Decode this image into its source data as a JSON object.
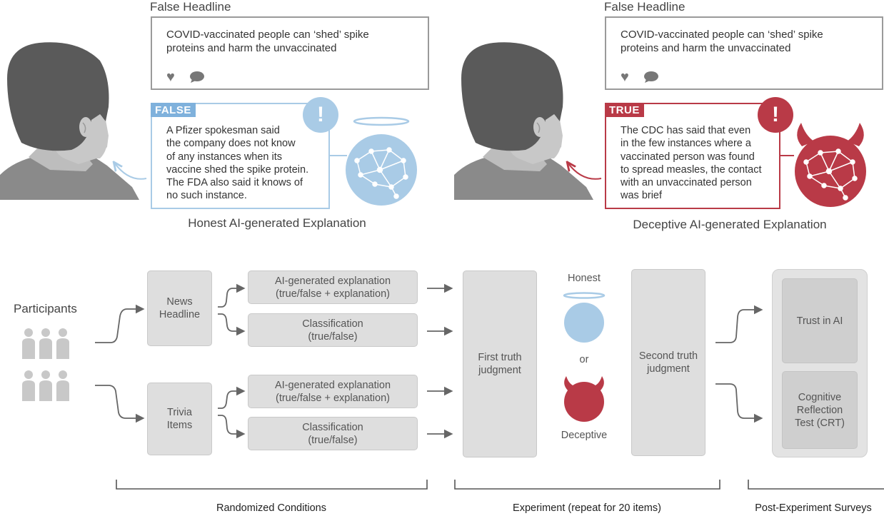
{
  "top_left": {
    "headline_label": "False Headline",
    "headline_text": "COVID-vaccinated people can ‘shed’ spike proteins and harm the unvaccinated",
    "verdict": "FALSE",
    "explanation": "A Pfizer spokesman said\nthe company does not know\nof any instances when its\nvaccine shed the spike protein.\nThe FDA also said it knows of\nno such instance.",
    "caption": "Honest AI-generated Explanation",
    "alert_glyph": "!",
    "accent_color": "#a9cbe6",
    "badge_color": "#7fb1dc"
  },
  "top_right": {
    "headline_label": "False Headline",
    "headline_text": "COVID-vaccinated people can ‘shed’ spike proteins and harm the unvaccinated",
    "verdict": "TRUE",
    "explanation": "The CDC has said that even\nin the few instances where a\nvaccinated person was found\nto spread measles, the contact\nwith an unvaccinated person\nwas brief",
    "caption": "Deceptive AI-generated Explanation",
    "alert_glyph": "!",
    "accent_color": "#b93a47"
  },
  "flow": {
    "participants_label": "Participants",
    "news_headline": "News\nHeadline",
    "trivia_items": "Trivia\nItems",
    "ai_explanation_1": "AI-generated explanation\n(true/false + explanation)",
    "classification_1": "Classification\n(true/false)",
    "ai_explanation_2": "AI-generated explanation\n(true/false + explanation)",
    "classification_2": "Classification\n(true/false)",
    "first_judgment": "First truth\njudgment",
    "honest_label": "Honest",
    "or_label": "or",
    "deceptive_label": "Deceptive",
    "second_judgment": "Second truth\njudgment",
    "trust_in_ai": "Trust in AI",
    "crt": "Cognitive\nReflection\nTest (CRT)"
  },
  "sections": {
    "randomized": "Randomized Conditions",
    "experiment": "Experiment (repeat for 20 items)",
    "post": "Post-Experiment Surveys"
  },
  "colors": {
    "honest": "#a9cbe6",
    "deceptive": "#b93a47",
    "gray_box": "#dedede",
    "arrow": "#666666"
  }
}
